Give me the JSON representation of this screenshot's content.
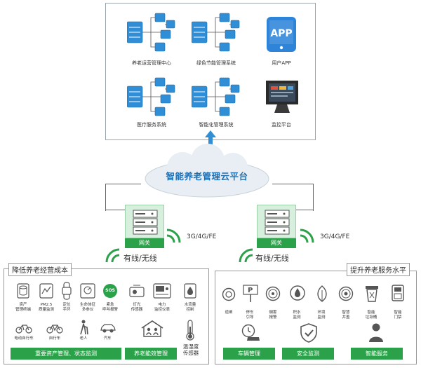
{
  "top_systems": [
    {
      "label": "养老运营管理中心",
      "icon": "server-cluster-icon"
    },
    {
      "label": "绿色节能管理系统",
      "icon": "server-cluster-icon"
    },
    {
      "label": "用户APP",
      "icon": "app-tablet-icon"
    },
    {
      "label": "医疗服务系统",
      "icon": "server-cluster-icon"
    },
    {
      "label": "智能化管理系统",
      "icon": "server-cluster-icon"
    },
    {
      "label": "监控平台",
      "icon": "monitor-icon"
    }
  ],
  "app_icon_text": "APP",
  "cloud": {
    "label": "智能养老管理云平台"
  },
  "gateways": [
    {
      "label": "网关",
      "network": "3G/4G/FE",
      "wired": "有线/无线"
    },
    {
      "label": "网关",
      "network": "3G/4G/FE",
      "wired": "有线/无线"
    }
  ],
  "left_section": {
    "title": "降低养老经营成本",
    "devices": [
      {
        "label": "资产\n管理终端",
        "icon": "asset-terminal-icon"
      },
      {
        "label": "PM2.5\n质量监测",
        "icon": "pm25-sensor-icon"
      },
      {
        "label": "定位\n手环",
        "icon": "wristband-icon"
      },
      {
        "label": "生命体征\n多参仪",
        "icon": "vital-monitor-icon"
      },
      {
        "label": "紧急\n呼叫报警",
        "icon": "sos-icon"
      },
      {
        "label": "灯光\n传感器",
        "icon": "light-sensor-icon"
      },
      {
        "label": "电力\n监控仪表",
        "icon": "power-meter-icon"
      },
      {
        "label": "水流量\n控制",
        "icon": "water-meter-icon"
      }
    ],
    "sos_text": "SOS",
    "assets": [
      {
        "label": "电动自行车",
        "icon": "e-bike-icon"
      },
      {
        "label": "自行车",
        "icon": "bicycle-icon"
      },
      {
        "label": "老人",
        "icon": "elderly-icon"
      },
      {
        "label": "汽车",
        "icon": "car-icon"
      }
    ],
    "extra_icons": [
      {
        "label": "",
        "icon": "house-people-icon"
      },
      {
        "label": "温湿度\n传感器",
        "icon": "thermometer-icon"
      }
    ],
    "buttons": [
      "重要资产管理、状态监测",
      "养老能效管理"
    ]
  },
  "right_section": {
    "title": "提升养老服务水平",
    "devices": [
      {
        "label": "道闸",
        "icon": "barrier-gate-icon"
      },
      {
        "label": "停车\n引导",
        "icon": "parking-sign-icon"
      },
      {
        "label": "烟雾\n报警",
        "icon": "smoke-alarm-icon"
      },
      {
        "label": "积水\n监测",
        "icon": "water-leak-icon"
      },
      {
        "label": "环境\n监测",
        "icon": "environment-leaf-icon"
      },
      {
        "label": "智慧\n井盖",
        "icon": "manhole-cover-icon"
      },
      {
        "label": "智能\n垃圾桶",
        "icon": "trash-bin-icon"
      },
      {
        "label": "智能\n门禁",
        "icon": "access-control-icon"
      }
    ],
    "parking_sign_text": "P",
    "buttons": [
      {
        "label": "车辆管理",
        "icon": "car-clock-icon"
      },
      {
        "label": "安全监测",
        "icon": "shield-check-icon"
      },
      {
        "label": "智能服务",
        "icon": "person-service-icon"
      }
    ]
  },
  "colors": {
    "primary_green": "#2ba24a",
    "server_blue": "#2f8ed6",
    "cloud_text": "#1e6fb3",
    "app_blue": "#2e84d9"
  }
}
